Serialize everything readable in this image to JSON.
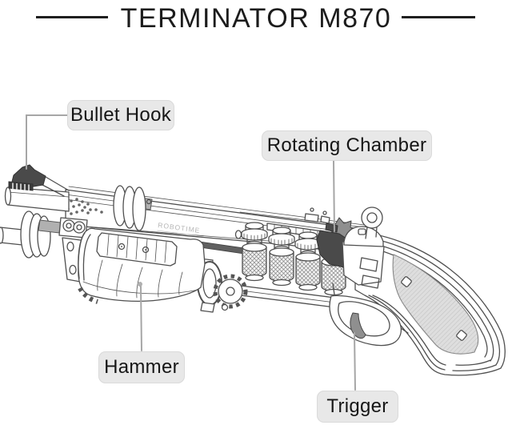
{
  "title": {
    "text": "TERMINATOR M870"
  },
  "labels": {
    "bullet_hook": "Bullet Hook",
    "rotating_chamber": "Rotating Chamber",
    "hammer": "Hammer",
    "trigger": "Trigger"
  },
  "artwork": {
    "engraving": "ROBOTIME",
    "colors": {
      "line": "#4f4f4f",
      "dark_part": "#4a4a4a",
      "mid_gray": "#9a9a9a",
      "label_bg": "#e8e8e8",
      "label_text": "#161616",
      "leader": "#a6a6a6",
      "title_text": "#1c1c1c"
    }
  }
}
